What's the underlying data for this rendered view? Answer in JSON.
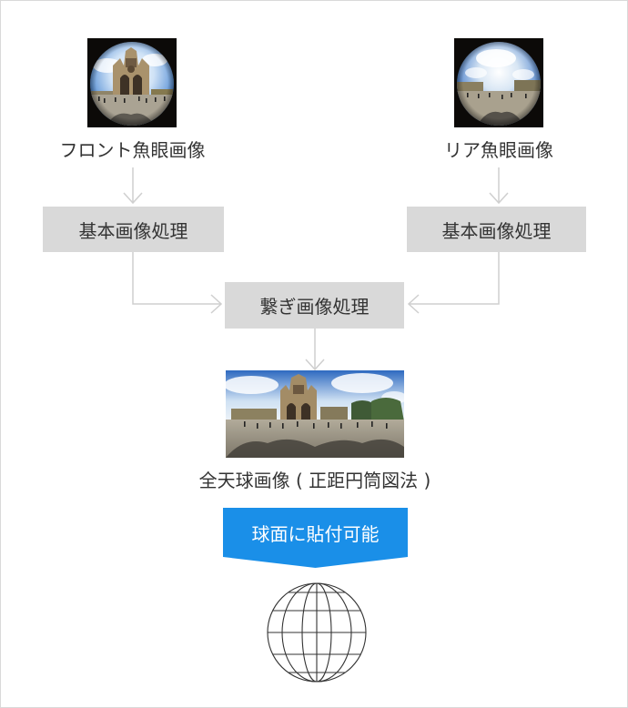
{
  "front": {
    "image_alt": "fisheye-photo",
    "label": "フロント魚眼画像"
  },
  "rear": {
    "image_alt": "fisheye-photo",
    "label": "リア魚眼画像"
  },
  "basic_processing": {
    "left_label": "基本画像処理",
    "right_label": "基本画像処理"
  },
  "stitching": {
    "label": "繋ぎ画像処理"
  },
  "result": {
    "label": "全天球画像 ( 正距円筒図法 )"
  },
  "callout": {
    "label": "球面に貼付可能"
  },
  "colors": {
    "arrow": "#cfcfcf",
    "box": "#d9d9d9",
    "text": "#333333",
    "accent": "#1a8fe8",
    "globe_line": "#333333"
  }
}
